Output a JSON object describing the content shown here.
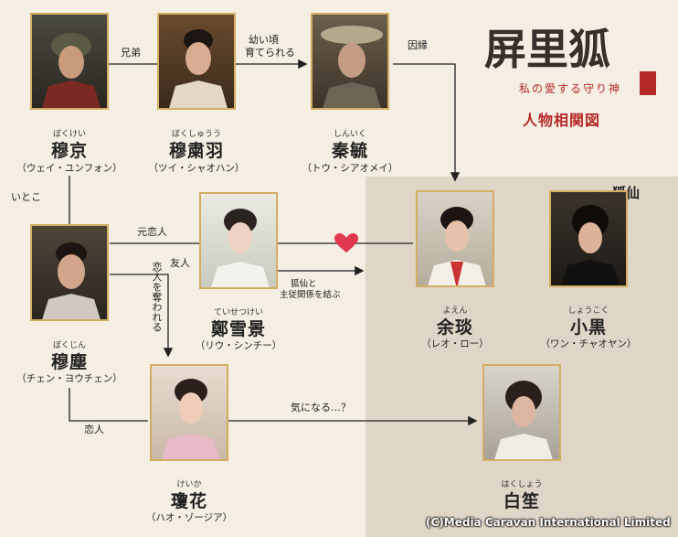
{
  "logo": {
    "title": "屏里狐",
    "subtitle": "私の愛する守り神",
    "main_label": "人物相関図"
  },
  "zone_label": "狐仙",
  "people": {
    "bokukei": {
      "ruby": "ぼくけい",
      "name": "穆京",
      "actor": "（ウェイ・ユンフォン）"
    },
    "bokushuu": {
      "ruby": "ぼくしゅうう",
      "name": "穆粛羽",
      "actor": "（ツイ・シャオハン）"
    },
    "shinyiku": {
      "ruby": "しんいく",
      "name": "秦毓",
      "actor": "（トウ・シアオメイ）"
    },
    "bokujin": {
      "ruby": "ぼくじん",
      "name": "穆塵",
      "actor": "（チェン・ヨウチェン）"
    },
    "teisetsu": {
      "ruby": "ていせつけい",
      "name": "鄭雪景",
      "actor": "（リウ・シンチー）"
    },
    "yoen": {
      "ruby": "よえん",
      "name": "余琰",
      "actor": "（レオ・ロー）"
    },
    "shoukoku": {
      "ruby": "しょうこく",
      "name": "小黒",
      "actor": "（ワン・チャオヤン）"
    },
    "keika": {
      "ruby": "けいか",
      "name": "瓊花",
      "actor": "（ハオ・ゾージア）"
    },
    "hakushou": {
      "ruby": "はくしょう",
      "name": "白笙",
      "actor": ""
    }
  },
  "relations": {
    "brothers": "兄弟",
    "raised_1": "幼い頃",
    "raised_2": "育てられる",
    "fate": "因縁",
    "cousin": "いとこ",
    "ex_lover": "元恋人",
    "friend": "友人",
    "stolen_lover": "恋人を奪われる",
    "master_1": "狐仙と",
    "master_2": "主従関係を結ぶ",
    "lover": "恋人",
    "curious": "気になる…？"
  },
  "copyright": "(C)Media Caravan International Limited"
}
